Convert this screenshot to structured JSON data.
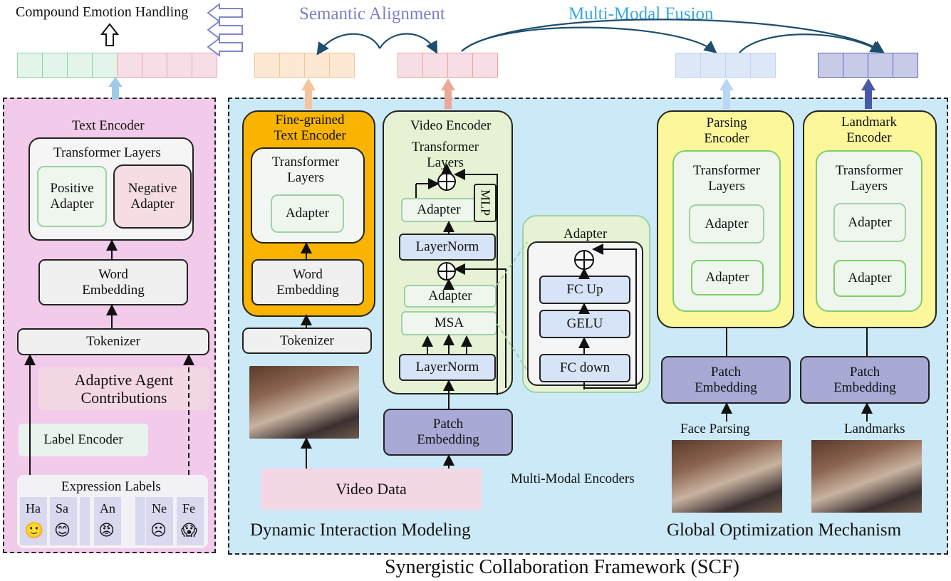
{
  "header": {
    "compound": "Compound Emotion Handling",
    "semantic": "Semantic Alignment",
    "fusion": "Multi-Modal Fusion"
  },
  "left": {
    "text_encoder": "Text Encoder",
    "transformer_layers": "Transformer Layers",
    "positive_adapter": "Positive\nAdapter",
    "negative_adapter": "Negative\nAdapter",
    "word_embedding": "Word\nEmbedding",
    "tokenizer": "Tokenizer",
    "adaptive_agent": "Adaptive Agent\nContributions",
    "label_encoder": "Label Encoder",
    "expression_labels": "Expression Labels",
    "emotions": [
      {
        "code": "Ha",
        "emoji": "🙂"
      },
      {
        "code": "Sa",
        "emoji": "😊"
      },
      {
        "code": "An",
        "emoji": "😡"
      },
      {
        "code": "Ne",
        "emoji": "☹"
      },
      {
        "code": "Fe",
        "emoji": "😱"
      }
    ]
  },
  "fine": {
    "title": "Fine-grained\nText Encoder",
    "transformer_layers": "Transformer\nLayers",
    "adapter": "Adapter",
    "word_embedding": "Word\nEmbedding",
    "tokenizer": "Tokenizer"
  },
  "video": {
    "title": "Video Encoder",
    "transformer_layers": "Transformer\nLayers",
    "adapter_top": "Adapter",
    "mlp": "MLP",
    "layernorm_top": "LayerNorm",
    "adapter_mid": "Adapter",
    "msa": "MSA",
    "layernorm_bottom": "LayerNorm",
    "patch_embedding": "Patch\nEmbedding",
    "video_data": "Video Data"
  },
  "adapter_detail": {
    "title": "Adapter",
    "fc_up": "FC Up",
    "gelu": "GELU",
    "fc_down": "FC down"
  },
  "parsing": {
    "title": "Parsing\nEncoder",
    "transformer_layers": "Transformer\nLayers",
    "adapter1": "Adapter",
    "adapter2": "Adapter",
    "patch_embedding": "Patch\nEmbedding",
    "input_label": "Face Parsing"
  },
  "landmark": {
    "title": "Landmark\nEncoder",
    "transformer_layers": "Transformer\nLayers",
    "adapter1": "Adapter",
    "adapter2": "Adapter",
    "patch_embedding": "Patch\nEmbedding",
    "input_label": "Landmarks"
  },
  "labels": {
    "multi_modal_encoders": "Multi-Modal Encoders",
    "dynamic": "Dynamic Interaction Modeling",
    "global": "Global Optimization Mechanism",
    "framework": "Synergistic Collaboration Framework (SCF)"
  },
  "colors": {
    "left_bg": "#f1cbe9",
    "main_bg": "#cbe9f6",
    "semantic_text": "#7b7fc4",
    "fusion_text": "#3aa8e0",
    "fine_bg": "#f9b400",
    "yellow_bg": "#fbf79a",
    "patch_bg": "#a9a9d5",
    "video_bg": "#e6f2d3"
  }
}
